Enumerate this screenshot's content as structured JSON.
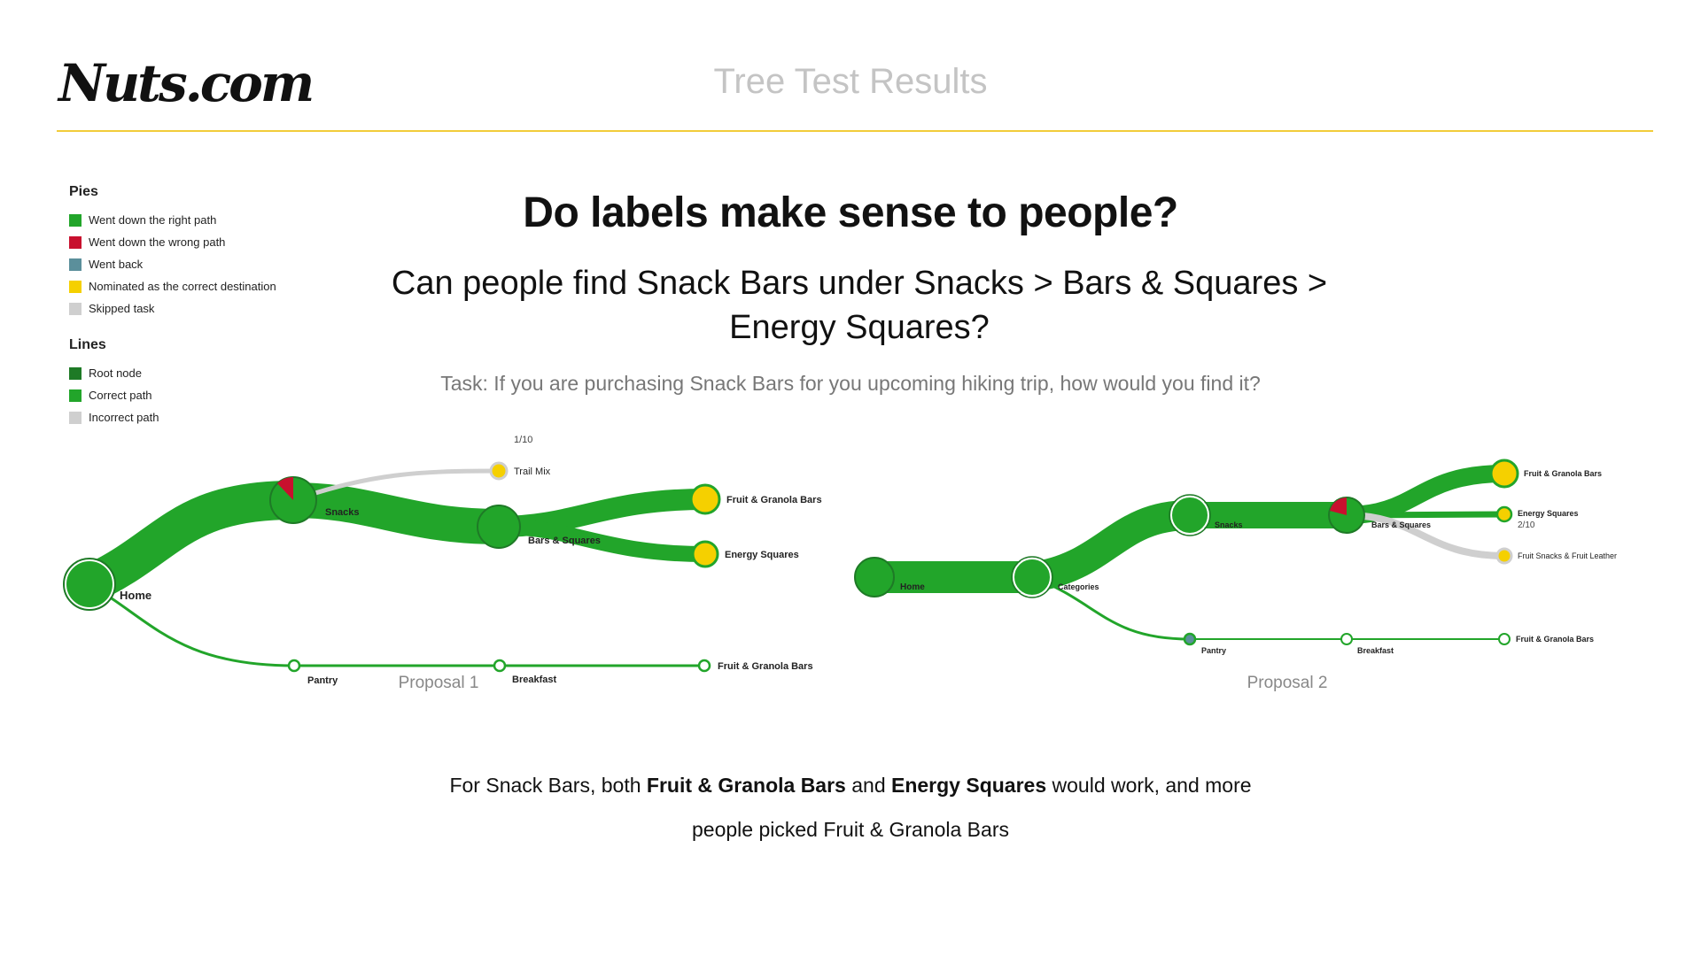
{
  "header": {
    "logo_text": "Nuts.com",
    "title": "Tree Test Results"
  },
  "legend": {
    "pies_title": "Pies",
    "pies": [
      {
        "label": "Went down the right path",
        "color": "#22a52a"
      },
      {
        "label": "Went down the wrong path",
        "color": "#c8102e"
      },
      {
        "label": "Went back",
        "color": "#5b8f9b"
      },
      {
        "label": "Nominated as the correct destination",
        "color": "#f5d000"
      },
      {
        "label": "Skipped task",
        "color": "#cfcfcf"
      }
    ],
    "lines_title": "Lines",
    "lines": [
      {
        "label": "Root node",
        "color": "#1e7a26"
      },
      {
        "label": "Correct path",
        "color": "#22a52a"
      },
      {
        "label": "Incorrect path",
        "color": "#cfcfcf"
      }
    ]
  },
  "question": {
    "title": "Do labels make sense to people?",
    "subtitle_line1": "Can people find Snack Bars under Snacks > Bars & Squares >",
    "subtitle_line2": "Energy Squares?",
    "task": "Task: If you are purchasing Snack Bars for you upcoming hiking trip, how would you find it?"
  },
  "proposal1": {
    "caption": "Proposal 1",
    "nodes": {
      "home": "Home",
      "snacks": "Snacks",
      "bars_squares": "Bars & Squares",
      "trail_mix": "Trail Mix",
      "trail_mix_count": "1/10",
      "fruit_granola": "Fruit & Granola Bars",
      "energy_squares": "Energy Squares",
      "pantry": "Pantry",
      "breakfast": "Breakfast",
      "fruit_granola_lower": "Fruit & Granola Bars"
    }
  },
  "proposal2": {
    "caption": "Proposal 2",
    "nodes": {
      "home": "Home",
      "categories": "Categories",
      "snacks": "Snacks",
      "bars_squares": "Bars & Squares",
      "fruit_granola": "Fruit & Granola Bars",
      "energy_squares": "Energy Squares",
      "energy_squares_count": "2/10",
      "fruit_snacks": "Fruit Snacks & Fruit Leather",
      "pantry": "Pantry",
      "breakfast": "Breakfast",
      "fruit_granola_lower": "Fruit & Granola Bars"
    }
  },
  "conclusion": {
    "l1_a": "For Snack Bars, both ",
    "l1_b": "Fruit & Granola Bars",
    "l1_c": " and ",
    "l1_d": "Energy Squares",
    "l1_e": " would work, and more",
    "l2": "people picked Fruit & Granola Bars"
  }
}
